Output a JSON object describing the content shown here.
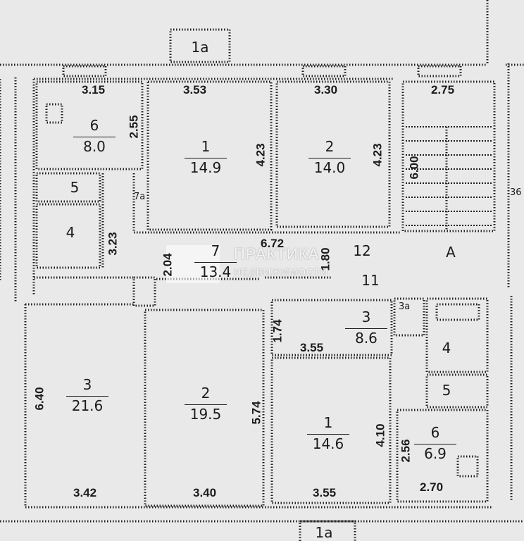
{
  "block_labels": {
    "top": "1a",
    "bottom": "1a",
    "stair": "A",
    "side_number": "36"
  },
  "upper_flat": {
    "rooms": [
      {
        "id": "6",
        "number": "6",
        "area": "8.0"
      },
      {
        "id": "1",
        "number": "1",
        "area": "14.9"
      },
      {
        "id": "2",
        "number": "2",
        "area": "14.0"
      },
      {
        "id": "7",
        "number": "7",
        "area": "13.4"
      },
      {
        "id": "5",
        "number": "5"
      },
      {
        "id": "4",
        "number": "4"
      },
      {
        "id": "7a",
        "number": "7a"
      }
    ],
    "dimensions": {
      "w6": "3.15",
      "h6": "2.55",
      "w1": "3.53",
      "h1": "4.23",
      "w2": "3.30",
      "h2": "4.23",
      "stair_w": "2.75",
      "stair_h": "6.00",
      "hall_w": "6.72",
      "hall_h": "2.04",
      "bath_h": "3.23",
      "h_right": "1.80"
    }
  },
  "lower_flat": {
    "rooms": [
      {
        "id": "3",
        "number": "3",
        "area": "21.6"
      },
      {
        "id": "2",
        "number": "2",
        "area": "19.5"
      },
      {
        "id": "1",
        "number": "1",
        "area": "14.6"
      },
      {
        "id": "3hall",
        "number": "3",
        "area": "8.6"
      },
      {
        "id": "6",
        "number": "6",
        "area": "6.9"
      },
      {
        "id": "3a",
        "number": "3a"
      },
      {
        "id": "4",
        "number": "4"
      },
      {
        "id": "5",
        "number": "5"
      }
    ],
    "dimensions": {
      "h3": "6.40",
      "w3": "3.42",
      "w2": "3.40",
      "h2": "5.74",
      "w1": "3.55",
      "h1": "4.10",
      "hall_w": "3.55",
      "hall_h": "1.74",
      "w6": "2.70",
      "h6": "2.56"
    }
  },
  "markers": {
    "m12": "12",
    "m11": "11"
  },
  "watermark": {
    "title": "ПРАКТИКА",
    "subtitle": "НЕДВИЖИМОСТИ"
  }
}
